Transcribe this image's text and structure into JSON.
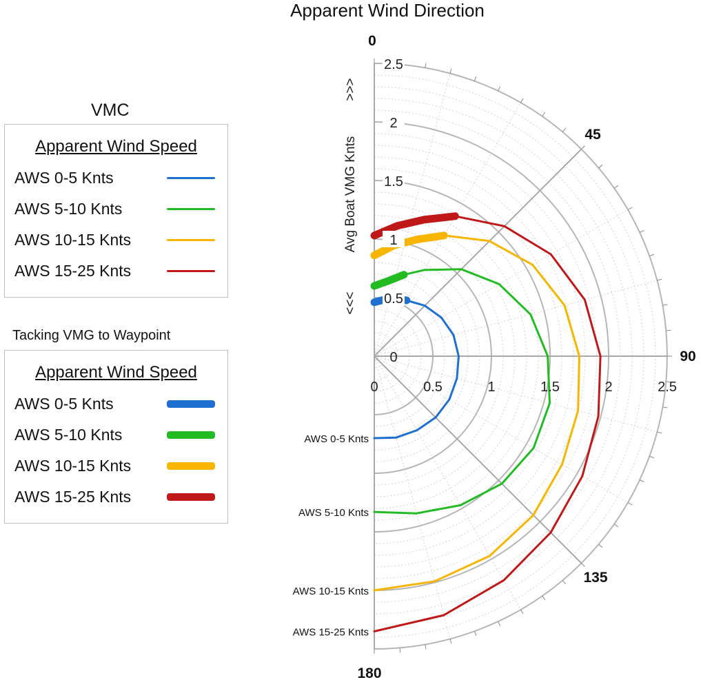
{
  "chart_data": {
    "type": "polar-line",
    "title": "Apparent Wind Direction",
    "angle_unit": "degrees",
    "angle_range": [
      0,
      180
    ],
    "angle_labels": [
      "0",
      "45",
      "90",
      "135",
      "180"
    ],
    "radial_label": "Avg Boat VMG Knts",
    "radial_arrows": [
      ">>>",
      "<<<"
    ],
    "radial_ticks": [
      "0",
      "0.5",
      "1",
      "1.5",
      "2",
      "2.5"
    ],
    "x_ticks": [
      "0",
      "0.5",
      "1",
      "1.5",
      "2",
      "2.5"
    ],
    "r_range": [
      0,
      2.5
    ],
    "grid": true,
    "series": [
      {
        "name": "AWS 0-5 Knts",
        "color": "#1f6fd1",
        "curve_label": "AWS 0-5 Knts",
        "points": [
          [
            0,
            0.46
          ],
          [
            10,
            0.49
          ],
          [
            20,
            0.52
          ],
          [
            30,
            0.55
          ],
          [
            45,
            0.61
          ],
          [
            60,
            0.66
          ],
          [
            75,
            0.7
          ],
          [
            90,
            0.72
          ],
          [
            105,
            0.73
          ],
          [
            120,
            0.74
          ],
          [
            135,
            0.74
          ],
          [
            150,
            0.73
          ],
          [
            165,
            0.72
          ],
          [
            180,
            0.7
          ]
        ],
        "tacking_range": [
          0,
          30
        ]
      },
      {
        "name": "AWS 5-10 Knts",
        "color": "#22bb22",
        "curve_label": "AWS 5-10 Knts",
        "points": [
          [
            0,
            0.6
          ],
          [
            10,
            0.65
          ],
          [
            20,
            0.74
          ],
          [
            30,
            0.85
          ],
          [
            45,
            1.05
          ],
          [
            60,
            1.23
          ],
          [
            75,
            1.38
          ],
          [
            90,
            1.48
          ],
          [
            105,
            1.55
          ],
          [
            120,
            1.57
          ],
          [
            135,
            1.54
          ],
          [
            150,
            1.47
          ],
          [
            165,
            1.39
          ],
          [
            180,
            1.33
          ]
        ],
        "tacking_range": [
          0,
          22
        ]
      },
      {
        "name": "AWS 10-15 Knts",
        "color": "#f7b500",
        "curve_label": "AWS 10-15 Knts",
        "points": [
          [
            0,
            0.86
          ],
          [
            10,
            0.96
          ],
          [
            20,
            1.06
          ],
          [
            30,
            1.19
          ],
          [
            45,
            1.39
          ],
          [
            60,
            1.56
          ],
          [
            75,
            1.68
          ],
          [
            90,
            1.75
          ],
          [
            105,
            1.8
          ],
          [
            120,
            1.85
          ],
          [
            135,
            1.92
          ],
          [
            150,
            1.97
          ],
          [
            165,
            1.99
          ],
          [
            180,
            2.0
          ]
        ],
        "tacking_range": [
          0,
          30
        ]
      },
      {
        "name": "AWS 15-25 Knts",
        "color": "#c01818",
        "curve_label": "AWS 15-25 Knts",
        "points": [
          [
            0,
            1.03
          ],
          [
            10,
            1.13
          ],
          [
            20,
            1.24
          ],
          [
            30,
            1.38
          ],
          [
            45,
            1.57
          ],
          [
            60,
            1.74
          ],
          [
            75,
            1.86
          ],
          [
            90,
            1.93
          ],
          [
            105,
            1.98
          ],
          [
            120,
            2.05
          ],
          [
            135,
            2.13
          ],
          [
            150,
            2.21
          ],
          [
            165,
            2.29
          ],
          [
            180,
            2.35
          ]
        ],
        "tacking_range": [
          0,
          30
        ]
      }
    ]
  },
  "legend_vmc": {
    "caption": "VMC",
    "heading": "Apparent Wind Speed",
    "items": [
      {
        "label": "AWS 0-5 Knts",
        "color": "#1f6fd1"
      },
      {
        "label": "AWS 5-10 Knts",
        "color": "#22bb22"
      },
      {
        "label": "AWS 10-15 Knts",
        "color": "#f7b500"
      },
      {
        "label": "AWS 15-25 Knts",
        "color": "#c01818"
      }
    ]
  },
  "legend_tacking": {
    "caption": "Tacking VMG to Waypoint",
    "heading": "Apparent Wind Speed",
    "items": [
      {
        "label": "AWS 0-5 Knts",
        "color": "#1f6fd1"
      },
      {
        "label": "AWS 5-10 Knts",
        "color": "#22bb22"
      },
      {
        "label": "AWS 10-15 Knts",
        "color": "#f7b500"
      },
      {
        "label": "AWS 15-25 Knts",
        "color": "#c01818"
      }
    ]
  }
}
